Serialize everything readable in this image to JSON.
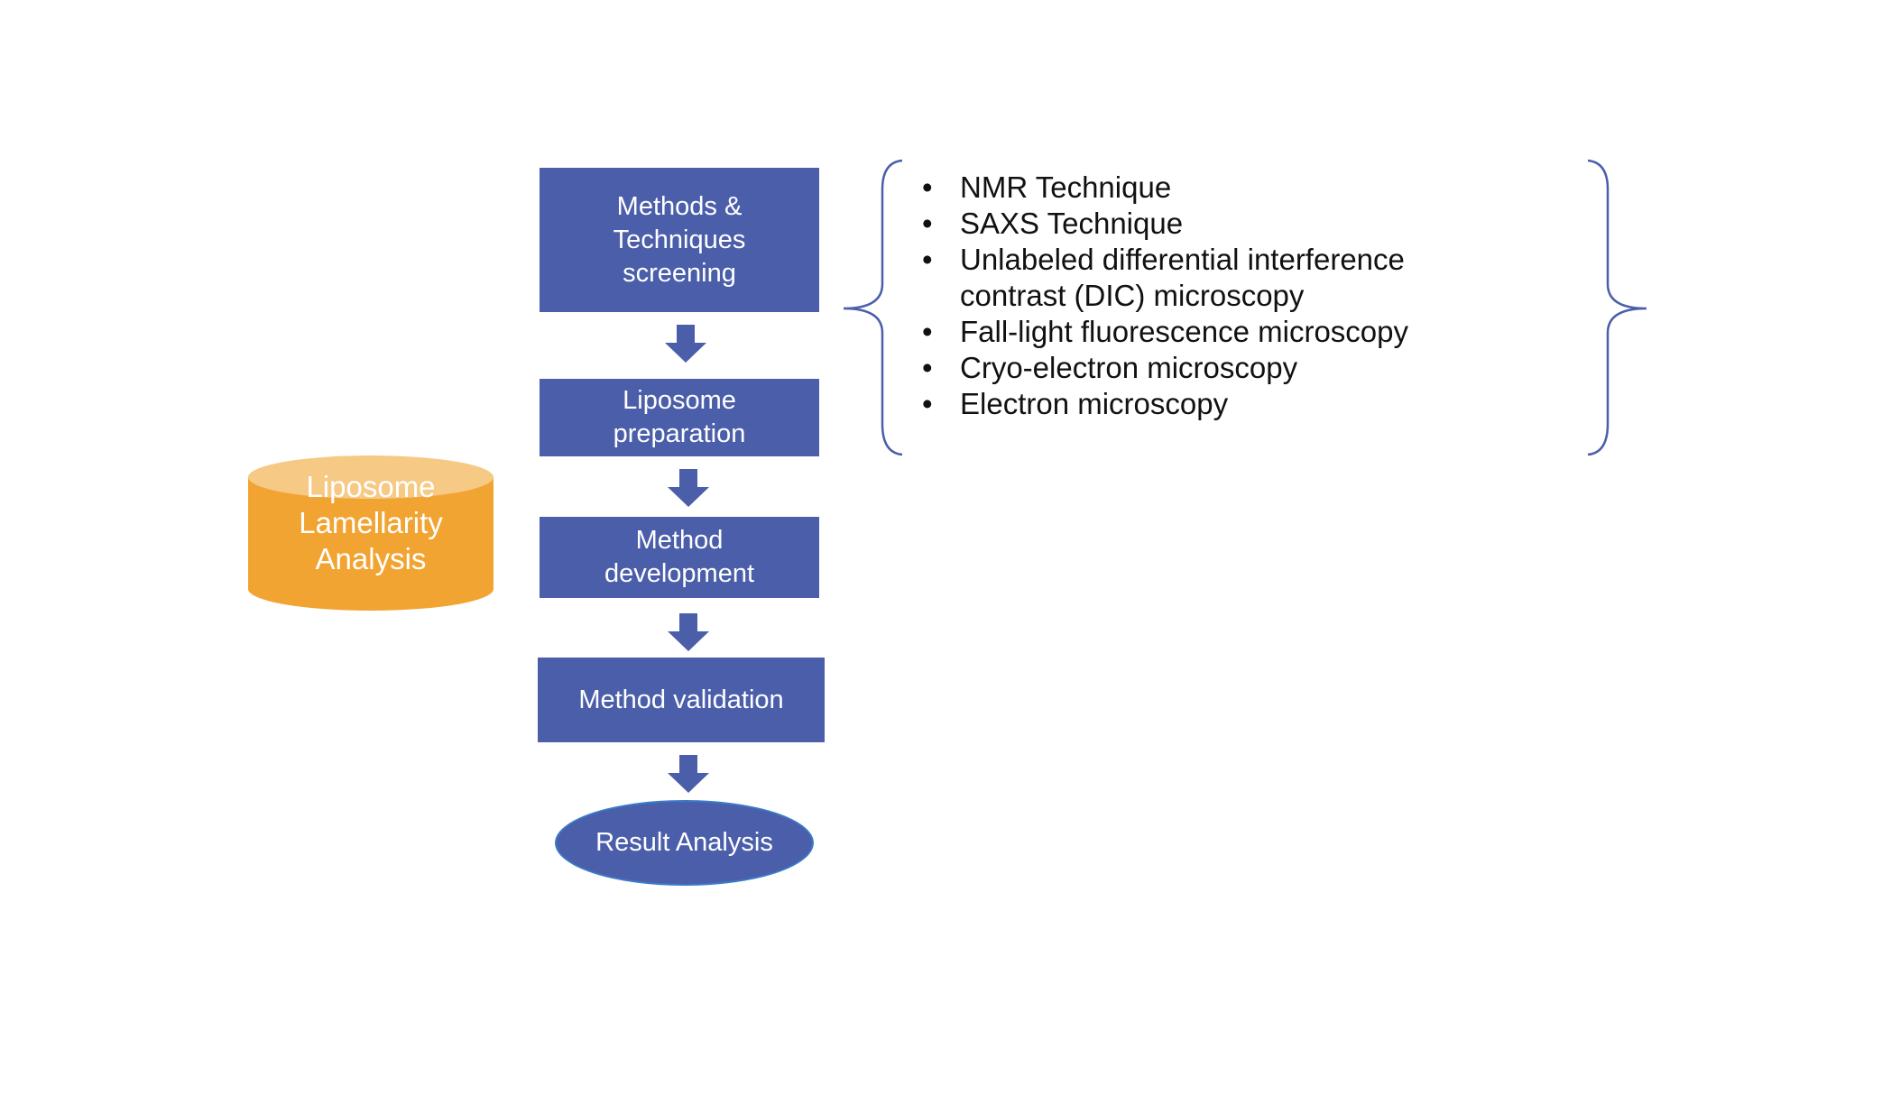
{
  "colors": {
    "box_fill": "#4b5eaa",
    "cylinder_body": "#f2a433",
    "cylinder_top": "#f6c985",
    "brace": "#4b5eaa",
    "text_on_box": "#ffffff",
    "text_list": "#111111"
  },
  "flow": {
    "step1": "Methods &\nTechniques\nscreening",
    "step2": "Liposome\npreparation",
    "step3": "Method\ndevelopment",
    "step4": "Method validation",
    "result": "Result Analysis"
  },
  "side_label": "Liposome\nLamellarity\nAnalysis",
  "techniques": {
    "items": [
      "NMR Technique",
      "SAXS Technique",
      "Unlabeled differential interference contrast (DIC) microscopy",
      "Fall-light fluorescence microscopy",
      "Cryo-electron microscopy",
      "Electron microscopy"
    ]
  }
}
